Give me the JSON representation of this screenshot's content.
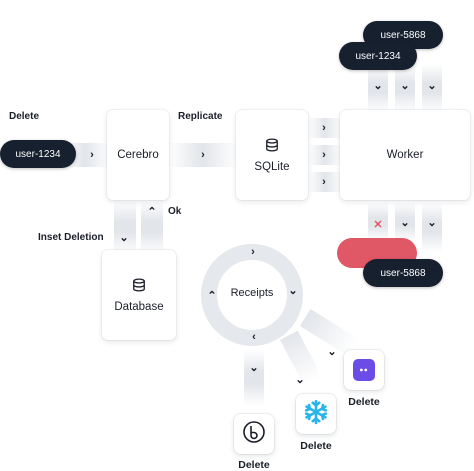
{
  "labels": {
    "delete_top": "Delete",
    "replicate": "Replicate",
    "ok": "Ok",
    "inset_deletion": "Inset Deletion"
  },
  "pills": {
    "user_left": "user-1234",
    "user_top_1": "user-5868",
    "user_top_2": "user-1234",
    "user_bottom": "user-5868"
  },
  "nodes": {
    "cerebro": "Cerebro",
    "sqlite": "SQLite",
    "worker": "Worker",
    "database": "Database",
    "receipts": "Receipts"
  },
  "services": {
    "service_1_label": "Delete",
    "service_2_label": "Delete",
    "service_3_label": "Delete"
  },
  "colors": {
    "pill_bg": "#16202e",
    "error_red": "#e05766",
    "lane_gray": "#e2e5ea",
    "snowflake_blue": "#29b5e8",
    "purple": "#6b4ce6"
  }
}
